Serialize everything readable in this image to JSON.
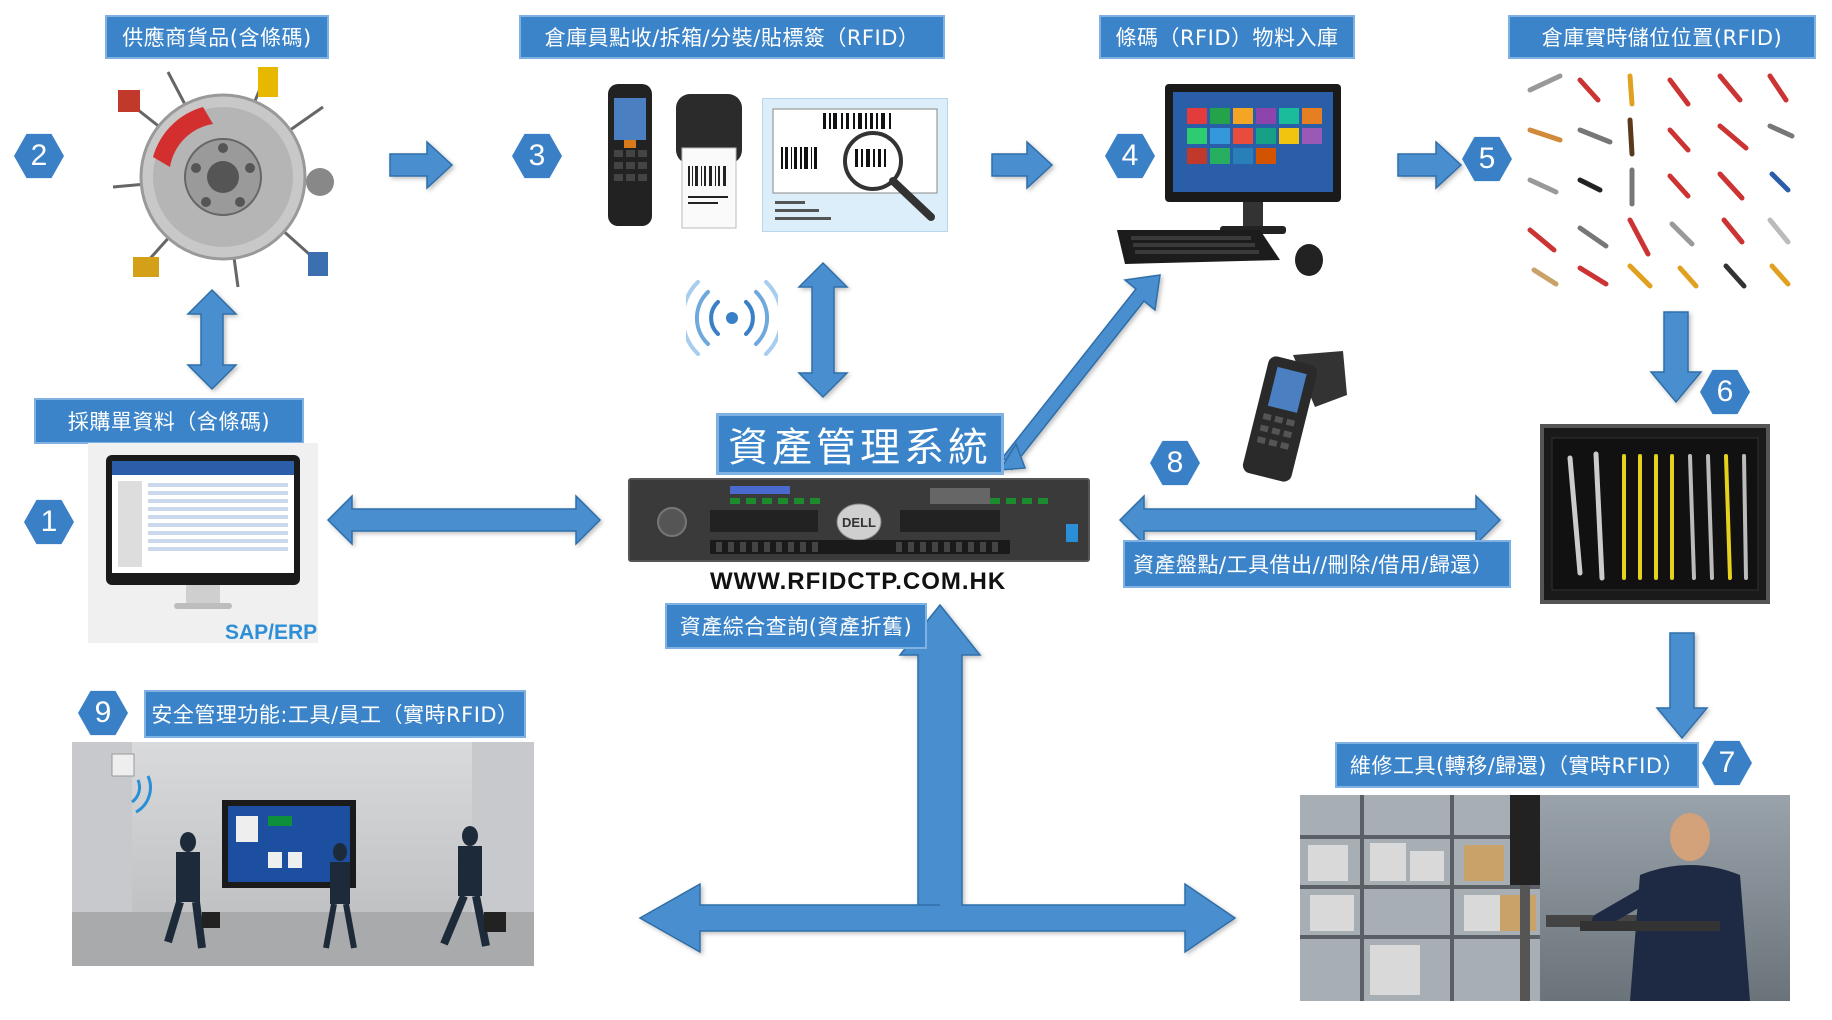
{
  "labels": {
    "supplier_goods": "供應商貨品(含條碼)",
    "warehouse_receive": "倉庫員點收/拆箱/分裝/貼標簽（RFID）",
    "barcode_inbound": "條碼（RFID）物料入庫",
    "storage_location": "倉庫實時儲位位置(RFID)",
    "purchase_order": "採購單資料（含條碼)",
    "asset_system": "資產管理系統",
    "asset_query": "資產綜合查詢(資產折舊)",
    "inventory_ops": "資產盤點/工具借出//刪除/借用/歸還）",
    "security": "安全管理功能:工具/員工（實時RFID）",
    "maintenance": "維修工具(轉移/歸還)（實時RFID）"
  },
  "steps": [
    "1",
    "2",
    "3",
    "4",
    "5",
    "6",
    "7",
    "8",
    "9"
  ],
  "url_text": "WWW.RFIDCTP.COM.HK",
  "sap_text": "SAP/ERP",
  "colors": {
    "accent": "#3b84c9",
    "arrow": "#4a8fd0"
  }
}
